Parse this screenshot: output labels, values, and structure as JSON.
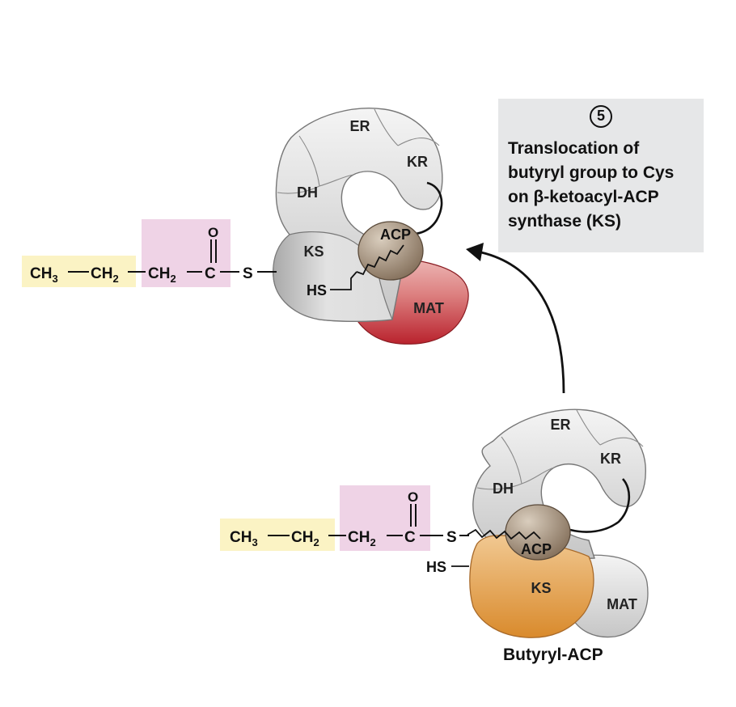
{
  "step": {
    "number": "5",
    "lines": [
      "Translocation of",
      "butyryl group to Cys",
      "on β-ketoacyl-ACP",
      "synthase (KS)"
    ]
  },
  "top_complex": {
    "domains": {
      "er": "ER",
      "kr": "KR",
      "dh": "DH",
      "ks": "KS",
      "acp": "ACP",
      "mat": "MAT"
    },
    "thiol": "HS"
  },
  "top_chain": {
    "ch3": "CH",
    "ch2a": "CH",
    "ch2b": "CH",
    "sub_ch3": "3",
    "sub_ch2": "2",
    "carbon": "C",
    "oxygen": "O",
    "sulfur": "S"
  },
  "bottom_complex": {
    "domains": {
      "er": "ER",
      "kr": "KR",
      "dh": "DH",
      "ks": "KS",
      "acp": "ACP",
      "mat": "MAT"
    },
    "thiol": "HS"
  },
  "bottom_chain": {
    "ch3": "CH",
    "ch2a": "CH",
    "ch2b": "CH",
    "sub_ch3": "3",
    "sub_ch2": "2",
    "carbon": "C",
    "oxygen": "O",
    "sulfur": "S"
  },
  "caption": "Butyryl-ACP",
  "colors": {
    "box_yellow": "#fbf3c4",
    "box_pink": "#efd3e6",
    "domain_gray": "#dcdcdc",
    "acp_brown": "#a08d78",
    "mat_red": "#c94c52",
    "ks_orange": "#e6a35a",
    "callout_bg": "#e6e7e8"
  }
}
